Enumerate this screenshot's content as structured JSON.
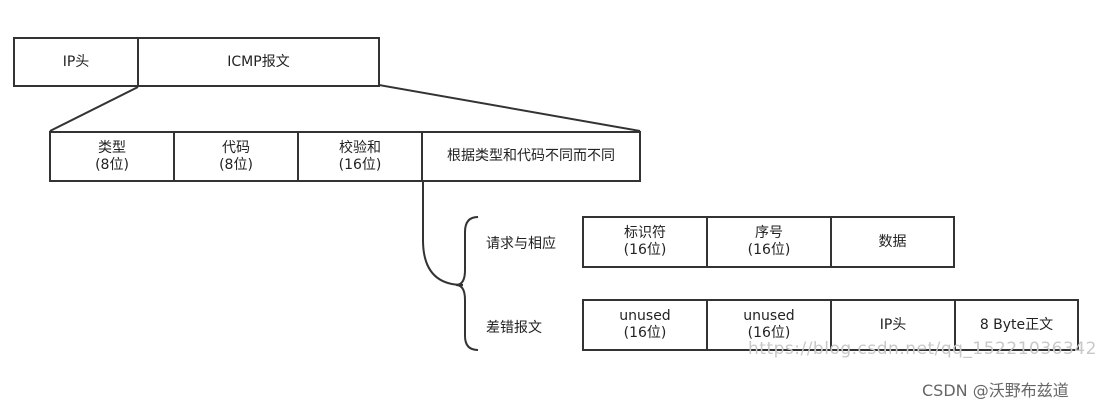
{
  "top_row": {
    "ip_header": "IP头",
    "icmp_message": "ICMP报文"
  },
  "icmp_fields": [
    {
      "name": "类型",
      "size": "(8位)"
    },
    {
      "name": "代码",
      "size": "(8位)"
    },
    {
      "name": "校验和",
      "size": "(16位)"
    },
    {
      "name": "根据类型和代码不同而不同",
      "size": ""
    }
  ],
  "branches": {
    "request_reply": {
      "label": "请求与相应",
      "fields": [
        {
          "name": "标识符",
          "size": "(16位)"
        },
        {
          "name": "序号",
          "size": "(16位)"
        },
        {
          "name": "数据",
          "size": ""
        }
      ]
    },
    "error_message": {
      "label": "差错报文",
      "fields": [
        {
          "name": "unused",
          "size": "(16位)"
        },
        {
          "name": "unused",
          "size": "(16位)"
        },
        {
          "name": "IP头",
          "size": ""
        },
        {
          "name": "8 Byte正文",
          "size": ""
        }
      ]
    }
  },
  "watermark": "https://blog.csdn.net/qq_15221036342",
  "credit": "CSDN @沃野布兹道"
}
